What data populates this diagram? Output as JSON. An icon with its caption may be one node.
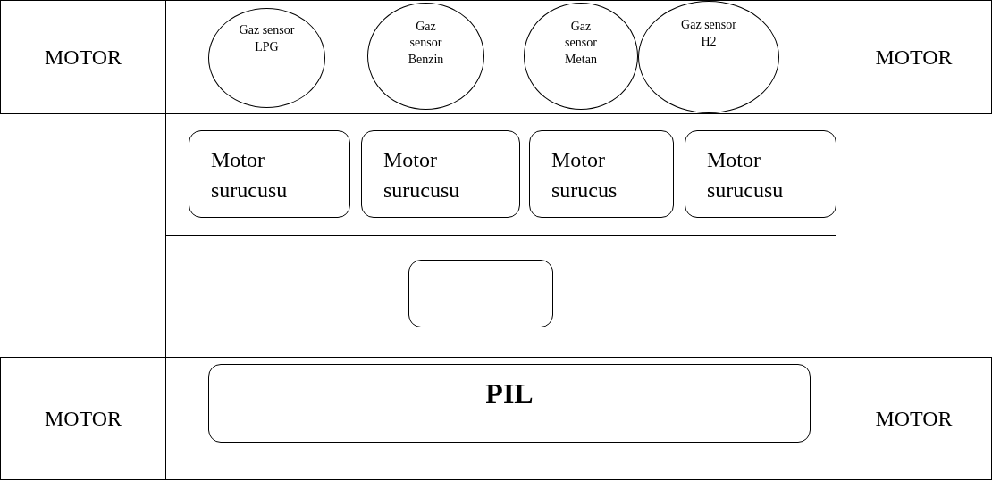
{
  "diagram": {
    "nodes": [
      {
        "text": [
          "MOTOR"
        ]
      },
      {
        "text": [],
        "shape": "box"
      },
      {
        "text": [
          "Gaz sensor LPG"
        ],
        "in": 1
      },
      {
        "text": [
          "Gaz sensor Benzin"
        ],
        "in": 1
      },
      {
        "text": [
          "Gaz sensor Metan"
        ],
        "in": 1
      },
      {
        "text": [
          "Gaz sensor H2"
        ],
        "in": 1
      },
      {
        "text": [
          "MOTOR"
        ]
      },
      {
        "text": [],
        "shape": "box"
      },
      {
        "text": [
          "Motor surucusu"
        ],
        "in": 7
      },
      {
        "text": [
          "Motor surucusu"
        ],
        "in": 7
      },
      {
        "text": [
          "Motor surucus"
        ],
        "in": 7
      },
      {
        "text": [
          "Motor surucusu"
        ],
        "in": 7
      },
      {
        "text": [],
        "shape": "box"
      },
      {
        "text": [],
        "shape": "box",
        "in": 12
      },
      {
        "text": [
          "MOTOR"
        ]
      },
      {
        "text": [],
        "shape": "box"
      },
      {
        "text": [
          "PIL"
        ],
        "in": 15
      },
      {
        "text": [
          "MOTOR"
        ]
      }
    ]
  }
}
